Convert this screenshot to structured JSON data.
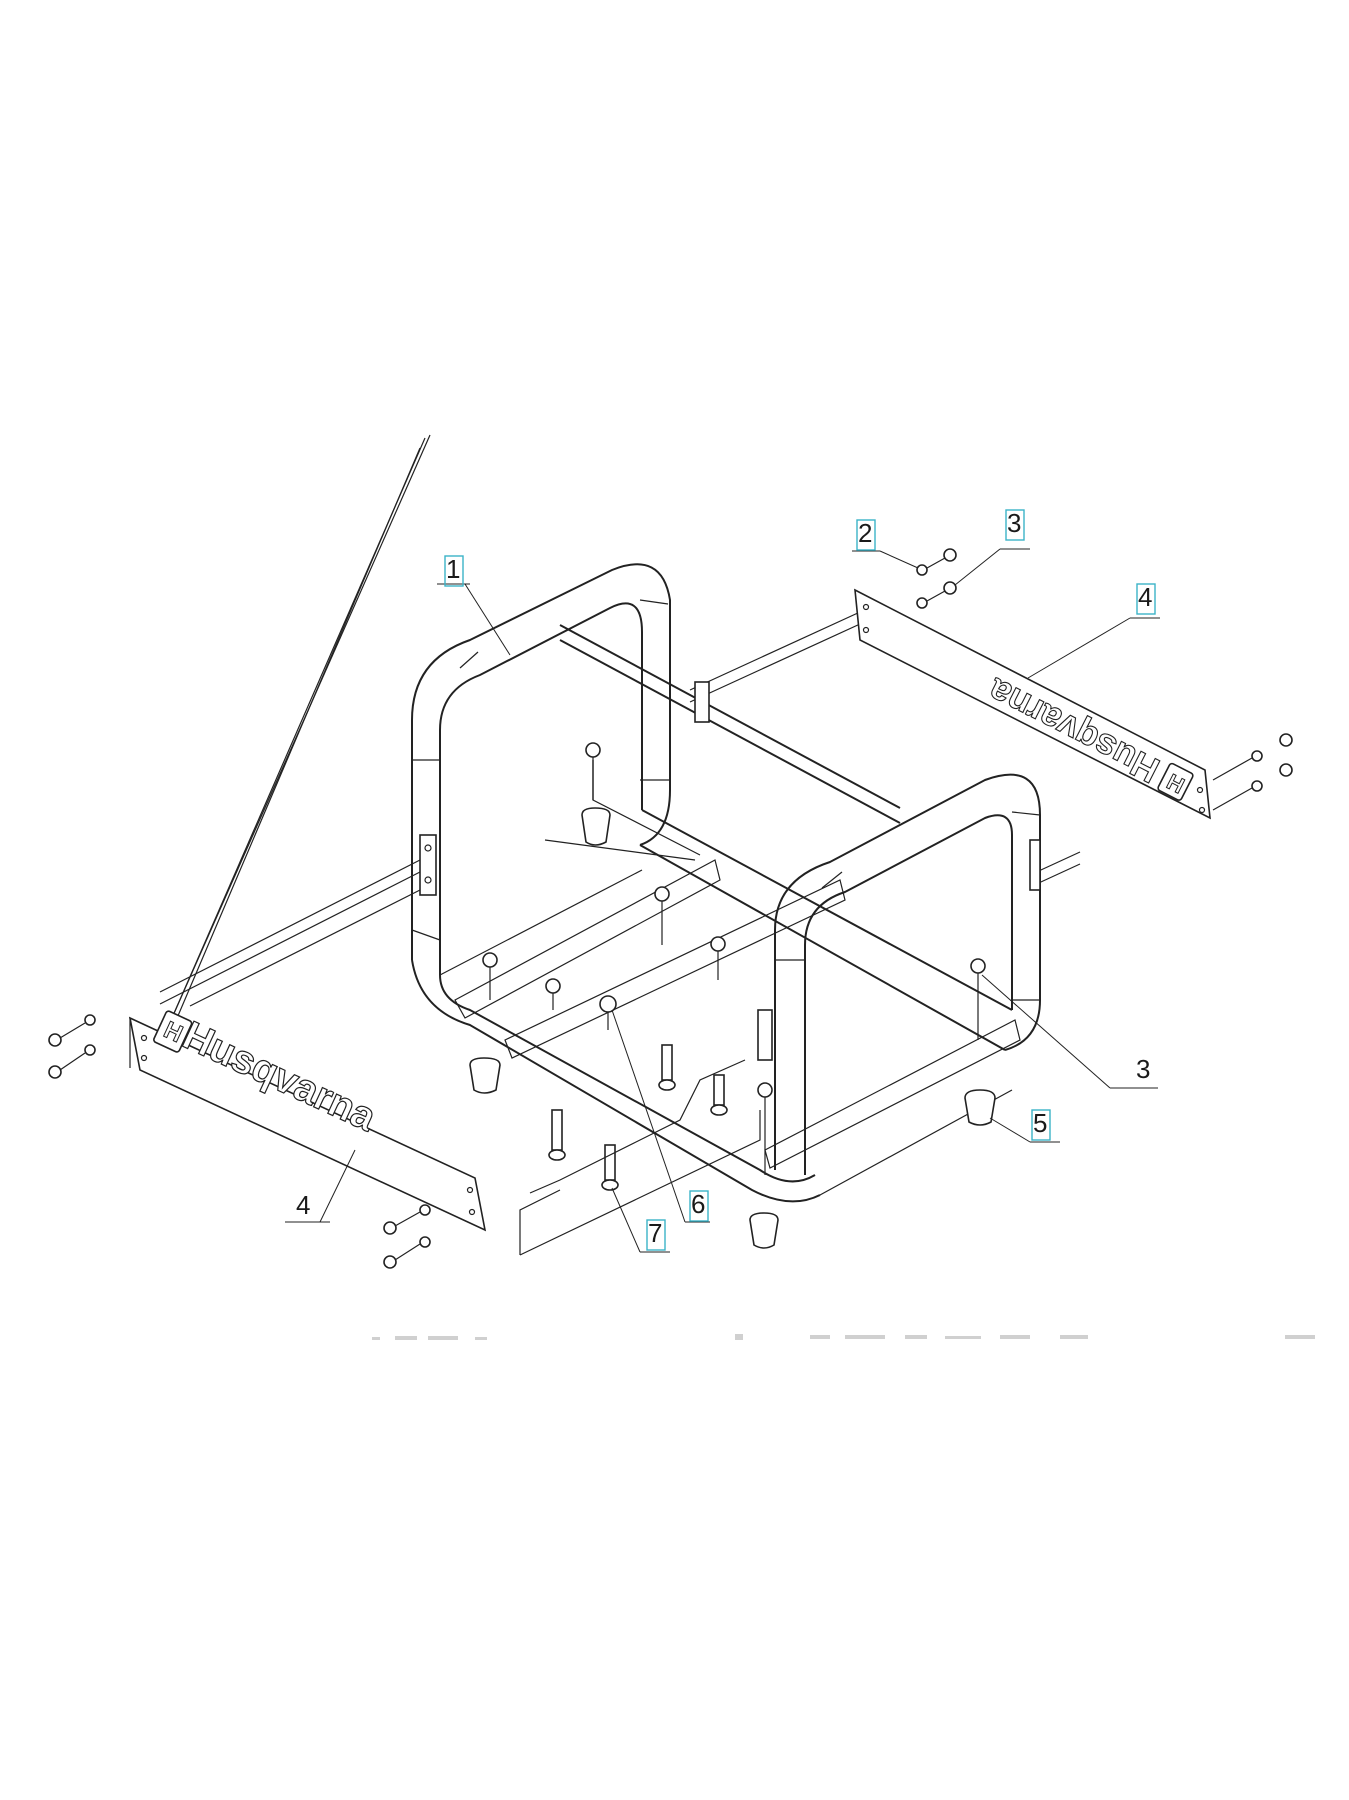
{
  "diagram": {
    "brand_text": "Husqvarna",
    "logo_mark": "husqvarna-crown-logo",
    "callout_color": "#3bb3c8",
    "callouts": [
      {
        "id": "c1",
        "label": "1",
        "boxed": true
      },
      {
        "id": "c2",
        "label": "2",
        "boxed": true
      },
      {
        "id": "c3a",
        "label": "3",
        "boxed": true
      },
      {
        "id": "c4a",
        "label": "4",
        "boxed": true
      },
      {
        "id": "c3b",
        "label": "3",
        "boxed": false
      },
      {
        "id": "c5",
        "label": "5",
        "boxed": true
      },
      {
        "id": "c4b",
        "label": "4",
        "boxed": false
      },
      {
        "id": "c6",
        "label": "6",
        "boxed": true
      },
      {
        "id": "c7",
        "label": "7",
        "boxed": true
      }
    ]
  }
}
